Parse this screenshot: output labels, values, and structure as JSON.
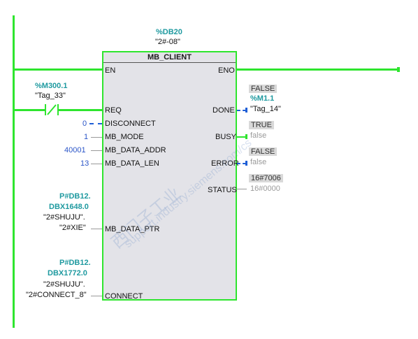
{
  "instance": {
    "db": "%DB20",
    "name": "\"2#-08\""
  },
  "block": {
    "title": "MB_CLIENT",
    "inputs": {
      "en": "EN",
      "req": "REQ",
      "disconnect": "DISCONNECT",
      "mb_mode": "MB_MODE",
      "mb_data_addr": "MB_DATA_ADDR",
      "mb_data_len": "MB_DATA_LEN",
      "mb_data_ptr": "MB_DATA_PTR",
      "connect": "CONNECT"
    },
    "outputs": {
      "eno": "ENO",
      "done": "DONE",
      "busy": "BUSY",
      "error": "ERROR",
      "status": "STATUS"
    }
  },
  "contact": {
    "address": "%M300.1",
    "tag": "\"Tag_33\""
  },
  "values": {
    "disconnect": "0",
    "mb_mode": "1",
    "mb_data_addr": "40001",
    "mb_data_len": "13"
  },
  "ptr": {
    "line1": "P#DB12.",
    "line2": "DBX1648.0",
    "line3": "\"2#SHUJU\".",
    "line4": "\"2#XIE\""
  },
  "connect": {
    "line1": "P#DB12.",
    "line2": "DBX1772.0",
    "line3": "\"2#SHUJU\".",
    "line4": "\"2#CONNECT_8\""
  },
  "out_done": {
    "monitor": "FALSE",
    "address": "%M1.1",
    "tag": "\"Tag_14\""
  },
  "out_busy": {
    "monitor": "TRUE",
    "value": "false"
  },
  "out_error": {
    "monitor": "FALSE",
    "value": "false"
  },
  "out_status": {
    "monitor": "16#7006",
    "value": "16#0000"
  },
  "watermark": {
    "line1": "西门子工业",
    "line2": "support.industry.siemens.com/cs"
  }
}
